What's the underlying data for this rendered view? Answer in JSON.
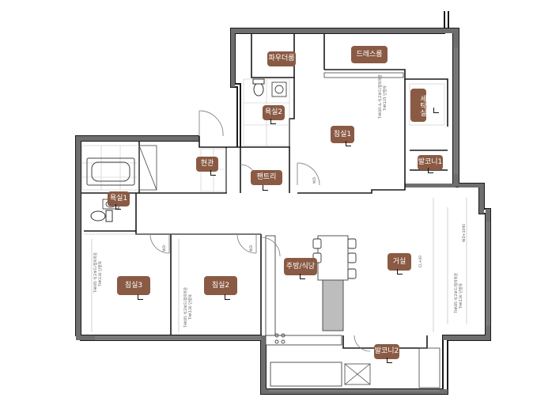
{
  "colors": {
    "label_bg": "#8a5a44",
    "wall": "#1a1a1a",
    "wall_fill": "#6e6e6e",
    "line": "#555555",
    "light_line": "#b5b5b5",
    "tile": "#cfcfcf",
    "counter_fill": "#bdbdbd"
  },
  "rooms": [
    {
      "key": "powder",
      "label": "파우더룸"
    },
    {
      "key": "dress",
      "label": "드레스룸"
    },
    {
      "key": "bath2",
      "label": "욕실2"
    },
    {
      "key": "bed1",
      "label": "침실1"
    },
    {
      "key": "laundry",
      "label": "세탁실"
    },
    {
      "key": "entry",
      "label": "현관"
    },
    {
      "key": "pantry",
      "label": "팬트리"
    },
    {
      "key": "bal1",
      "label": "발코니1"
    },
    {
      "key": "bath1",
      "label": "욕실1"
    },
    {
      "key": "kitchen",
      "label": "주방/식당"
    },
    {
      "key": "living",
      "label": "거실"
    },
    {
      "key": "bed3",
      "label": "침실3"
    },
    {
      "key": "bed2",
      "label": "침실2"
    },
    {
      "key": "bal2",
      "label": "발코니2"
    }
  ],
  "notes": {
    "bed1_wall": "THK85 & 석고보드/합지마감",
    "bed1_wall2": "THK125 단열재",
    "bed3_wall": "THK85 석고보드/합지마감",
    "bed3_wall2": "THK130 단열재",
    "bed2_wall": "THK85 석고보드/합지마감",
    "bed2_wall2": "THK130 단열재",
    "living_wall": "THK85 석고보드/합지마감",
    "living_wall2": "THK130 단열재",
    "door_wd": "WD",
    "door_sd": "SD",
    "ceiling_mark": "CL+00",
    "wd_height": "WD+1090"
  }
}
